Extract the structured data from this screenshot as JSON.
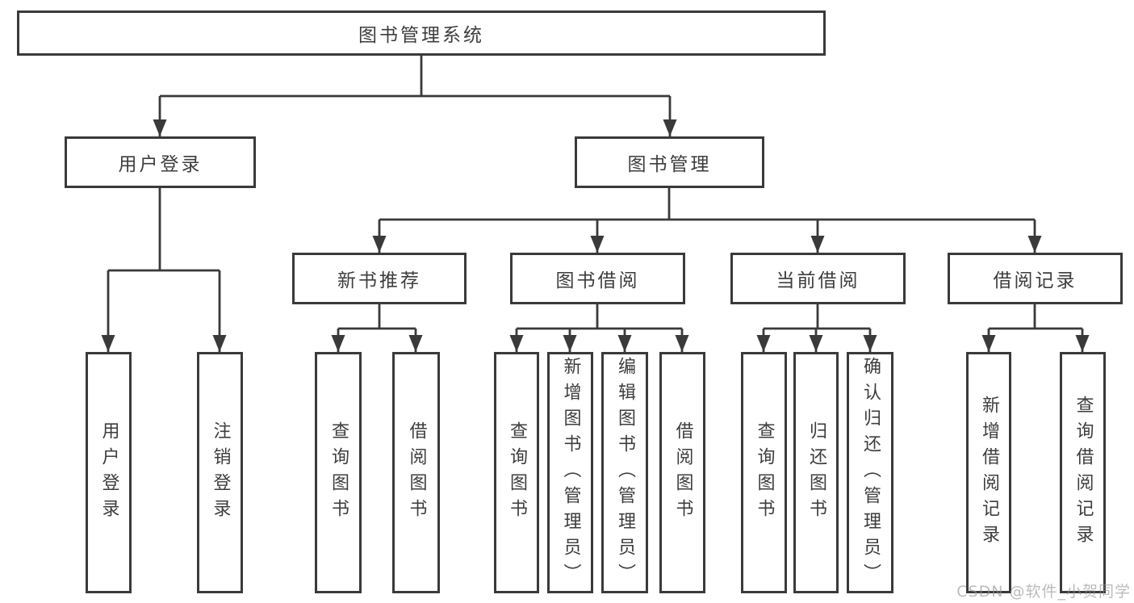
{
  "watermark": "CSDN @软件_小贺同学",
  "colors": {
    "line": "#3a3a3a",
    "box_border": "#3a3a3a",
    "box_fill": "#ffffff",
    "text": "#3d3d3d",
    "watermark": "#919191",
    "background": "#ffffff"
  },
  "tree": {
    "label": "图书管理系统",
    "children": [
      {
        "label": "用户登录",
        "children": [
          {
            "label": "用户登录"
          },
          {
            "label": "注销登录"
          }
        ]
      },
      {
        "label": "图书管理",
        "children": [
          {
            "label": "新书推荐",
            "children": [
              {
                "label": "查询图书"
              },
              {
                "label": "借阅图书"
              }
            ]
          },
          {
            "label": "图书借阅",
            "children": [
              {
                "label": "查询图书"
              },
              {
                "label": "新增图书（管理员）"
              },
              {
                "label": "编辑图书（管理员）"
              },
              {
                "label": "借阅图书"
              }
            ]
          },
          {
            "label": "当前借阅",
            "children": [
              {
                "label": "查询图书"
              },
              {
                "label": "归还图书"
              },
              {
                "label": "确认归还（管理员）"
              }
            ]
          },
          {
            "label": "借阅记录",
            "children": [
              {
                "label": "新增借阅记录"
              },
              {
                "label": "查询借阅记录"
              }
            ]
          }
        ]
      }
    ]
  }
}
